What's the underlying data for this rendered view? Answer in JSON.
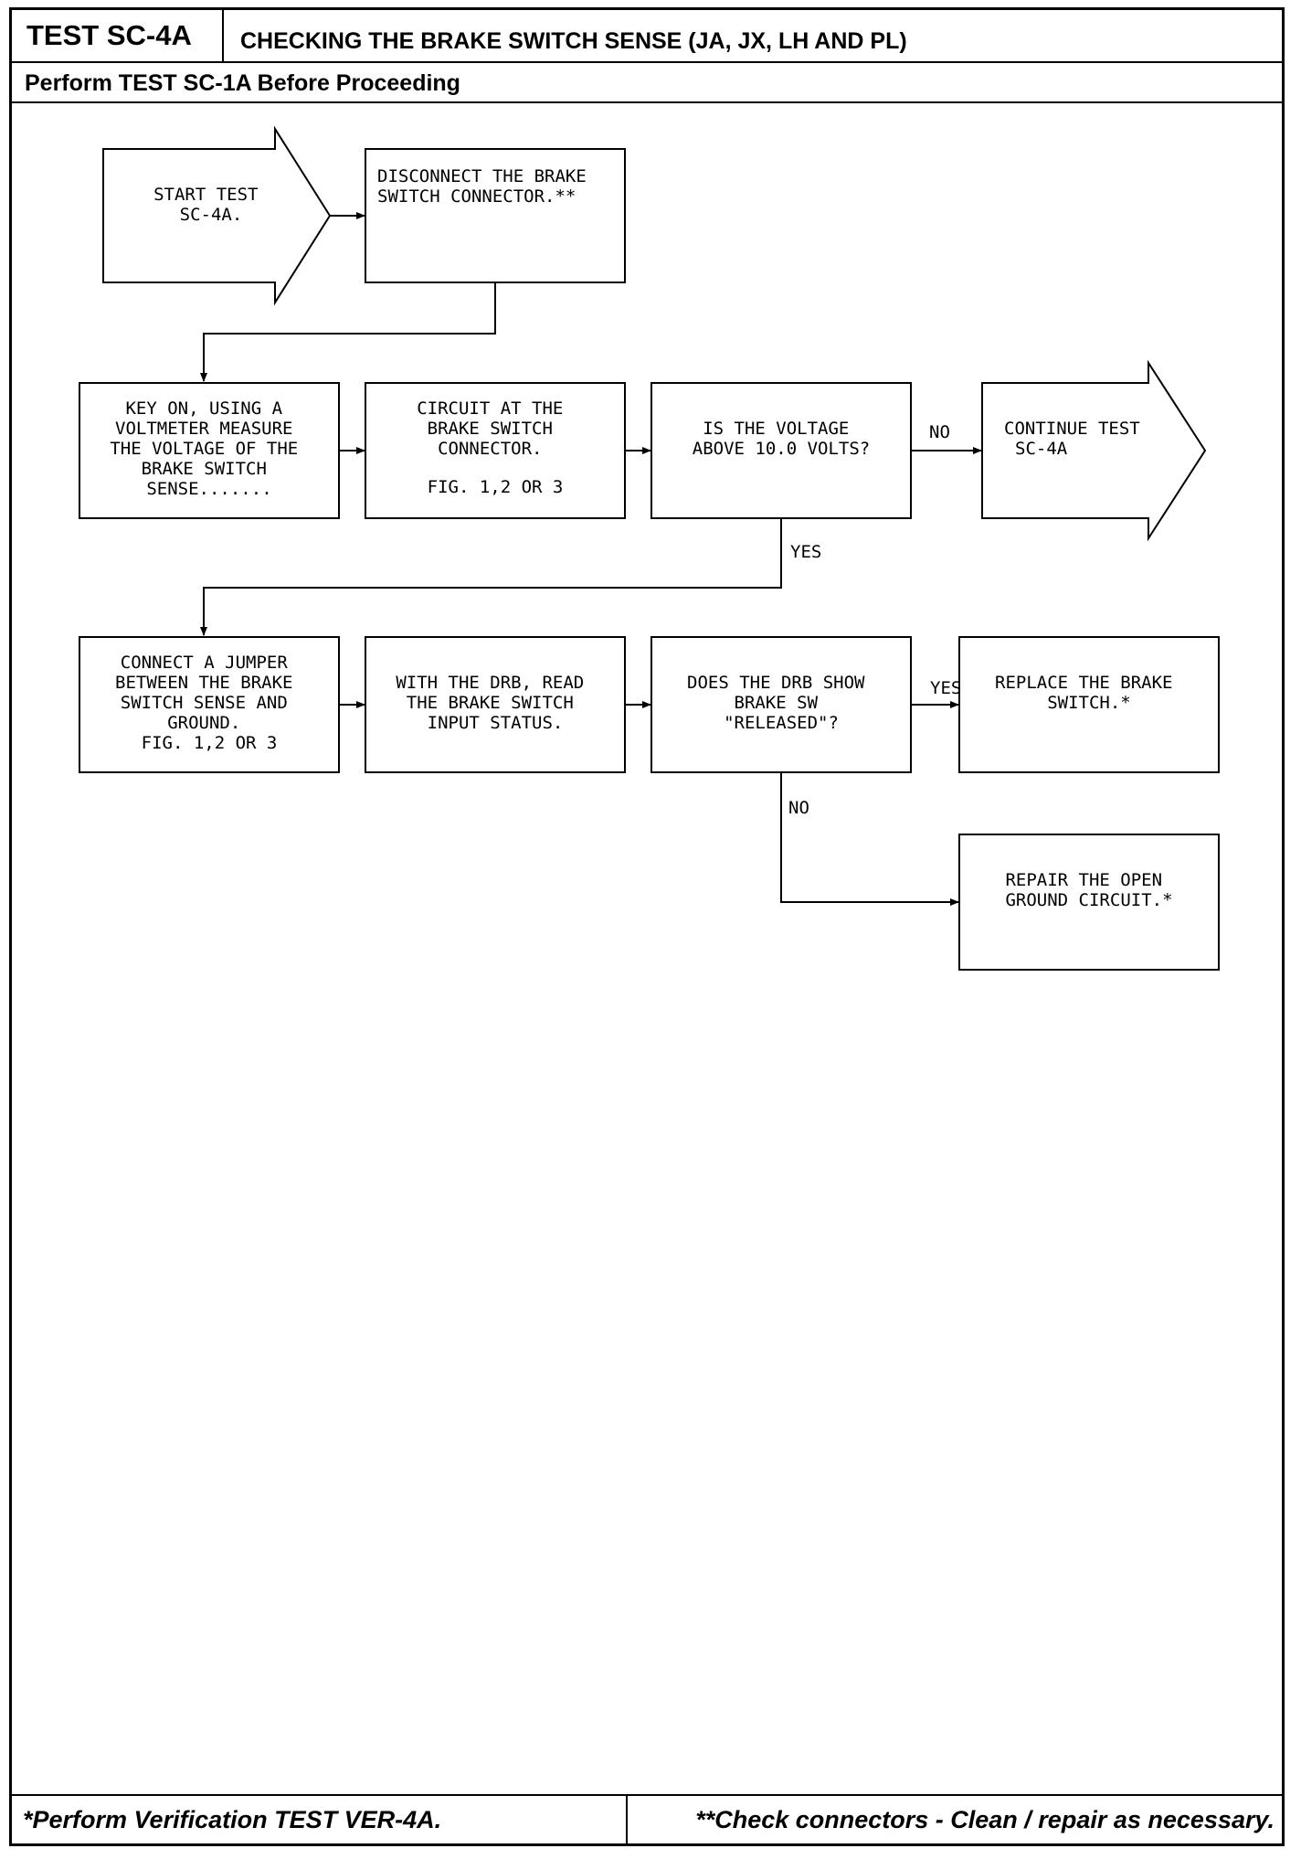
{
  "header": {
    "test_id": "TEST SC-4A",
    "title": "CHECKING THE BRAKE SWITCH SENSE (JA, JX, LH AND PL)",
    "prerequisite": "Perform TEST SC-1A Before Proceeding"
  },
  "flow": {
    "start": [
      "START TEST",
      "SC-4A."
    ],
    "disconnect": [
      "DISCONNECT THE BRAKE",
      "SWITCH CONNECTOR.**"
    ],
    "measure": [
      "KEY ON, USING A",
      "VOLTMETER MEASURE",
      "THE VOLTAGE OF THE",
      "BRAKE SWITCH",
      "SENSE......."
    ],
    "circuit": [
      "CIRCUIT AT THE",
      "BRAKE SWITCH",
      "CONNECTOR."
    ],
    "circuit_fig": "FIG. 1,2 OR 3",
    "voltage_question": [
      "IS THE VOLTAGE",
      "ABOVE 10.0 VOLTS?"
    ],
    "continue": [
      "CONTINUE TEST",
      "SC-4A"
    ],
    "jumper": [
      "CONNECT A JUMPER",
      "BETWEEN THE BRAKE",
      "SWITCH SENSE AND",
      "GROUND.",
      "FIG. 1,2 OR 3"
    ],
    "read_status": [
      "WITH THE DRB, READ",
      "THE BRAKE SWITCH",
      "INPUT STATUS."
    ],
    "drb_question": [
      "DOES THE DRB SHOW",
      "BRAKE SW",
      "\"RELEASED\"?"
    ],
    "replace": [
      "REPLACE THE BRAKE",
      "SWITCH.*"
    ],
    "repair": [
      "REPAIR THE OPEN",
      "GROUND CIRCUIT.*"
    ],
    "labels": {
      "no_1": "NO",
      "yes_1": "YES",
      "yes_2": "YES",
      "no_2": "NO"
    }
  },
  "footer": {
    "left": "*Perform Verification TEST VER-4A.",
    "right": "**Check connectors - Clean / repair as necessary."
  }
}
